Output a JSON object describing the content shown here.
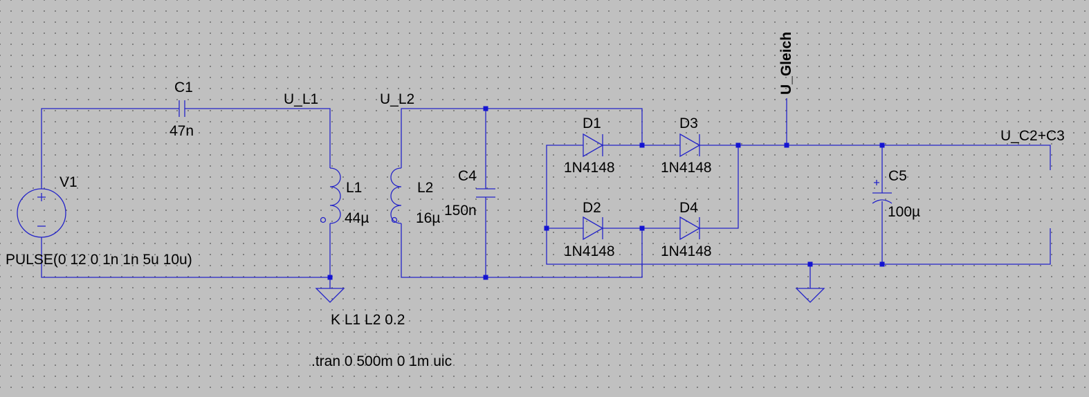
{
  "components": {
    "v1": {
      "name": "V1",
      "value": "PULSE(0 12 0 1n 1n 5u 10u)"
    },
    "c1": {
      "name": "C1",
      "value": "47n"
    },
    "l1": {
      "name": "L1",
      "value": "44µ"
    },
    "l2": {
      "name": "L2",
      "value": "16µ"
    },
    "c4": {
      "name": "C4",
      "value": "150n"
    },
    "d1": {
      "name": "D1",
      "value": "1N4148"
    },
    "d2": {
      "name": "D2",
      "value": "1N4148"
    },
    "d3": {
      "name": "D3",
      "value": "1N4148"
    },
    "d4": {
      "name": "D4",
      "value": "1N4148"
    },
    "c5": {
      "name": "C5",
      "value": "100µ"
    }
  },
  "nets": {
    "u_l1": "U_L1",
    "u_l2": "U_L2",
    "u_gleich": "U_Gleich",
    "u_c2c3": "U_C2+C3"
  },
  "directives": {
    "coupling": "K L1 L2 0.2",
    "tran": ".tran 0 500m 0 1m uic"
  }
}
